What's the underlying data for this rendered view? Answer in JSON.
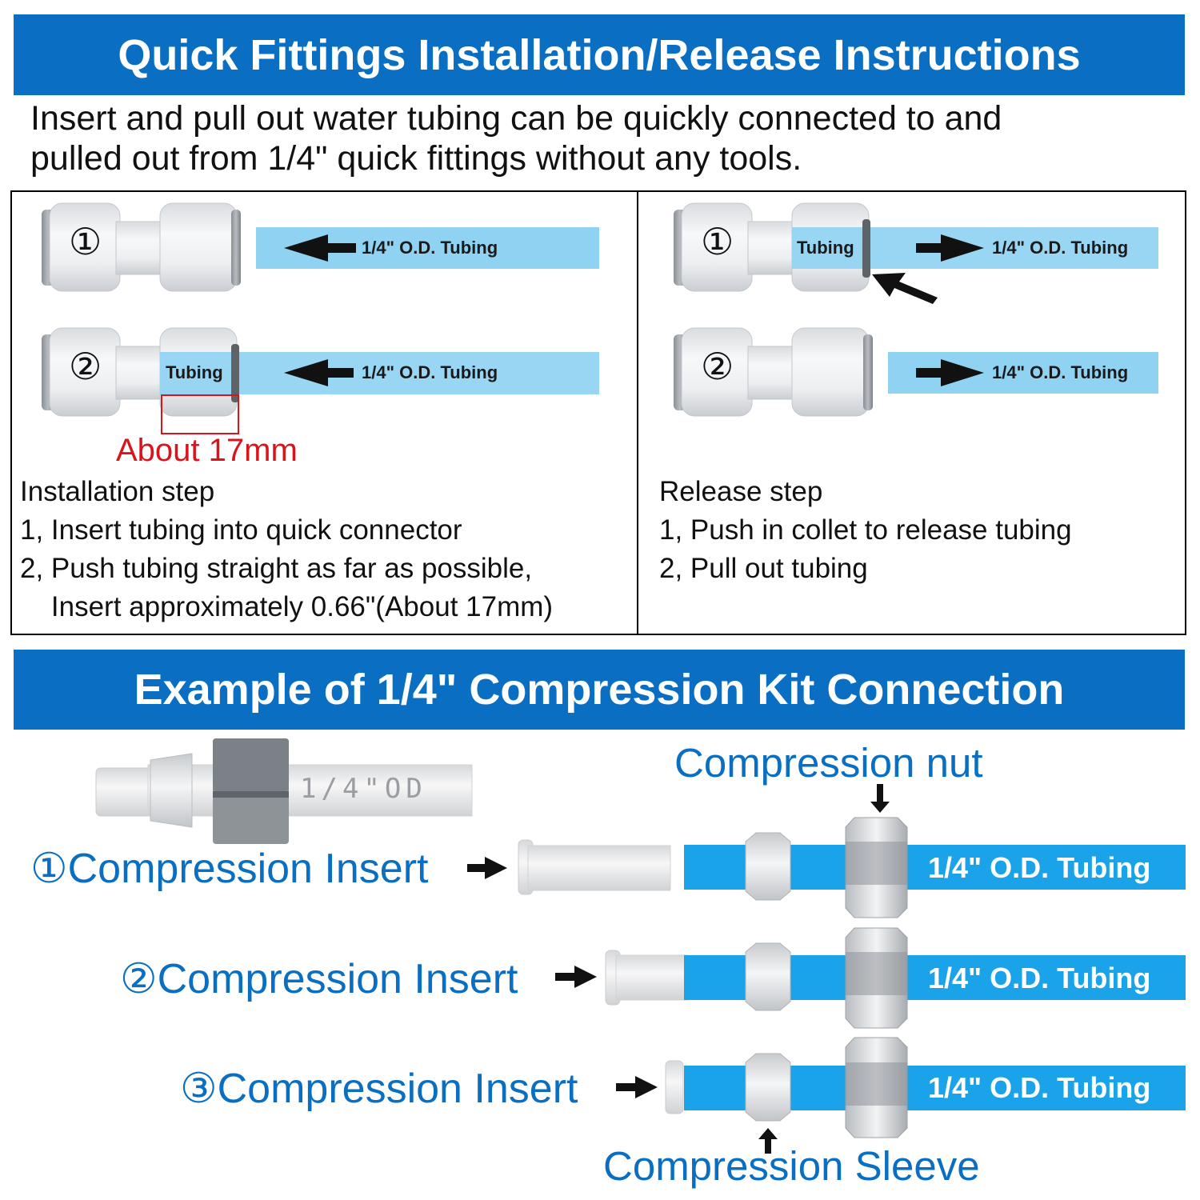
{
  "header": {
    "title": "Quick Fittings Installation/Release Instructions",
    "intro_line1": "Insert and pull out water tubing can be quickly connected to and",
    "intro_line2": "pulled out from 1/4\" quick fittings without any tools."
  },
  "installation": {
    "num1": "①",
    "num2": "②",
    "tubing_label": "1/4\" O.D. Tubing",
    "inner_label": "Tubing",
    "depth_label": "About 17mm",
    "steps": [
      "Installation step",
      "1, Insert tubing into quick connector",
      "2, Push tubing straight as far as possible,",
      "    Insert approximately 0.66\"(About 17mm)"
    ]
  },
  "release": {
    "num1": "①",
    "num2": "②",
    "tubing_label": "1/4\" O.D. Tubing",
    "inner_label": "Tubing",
    "steps": [
      "Release step",
      "1, Push in collet to release tubing",
      "2, Pull out tubing"
    ]
  },
  "compression": {
    "title": "Example of 1/4\" Compression Kit Connection",
    "nut_label": "Compression nut",
    "sleeve_label": "Compression Sleeve",
    "tube_print": "1/4\"OD",
    "rows": [
      {
        "num": "①",
        "label": "Compression Insert",
        "tubing": "1/4\" O.D. Tubing"
      },
      {
        "num": "②",
        "label": "Compression Insert",
        "tubing": "1/4\" O.D. Tubing"
      },
      {
        "num": "③",
        "label": "Compression Insert",
        "tubing": "1/4\" O.D. Tubing"
      }
    ]
  },
  "colors": {
    "banner_blue": "#0a6fc2",
    "light_tube": "#8fd2f2",
    "bright_tube": "#1aa3e8",
    "accent_red": "#d9141b"
  }
}
